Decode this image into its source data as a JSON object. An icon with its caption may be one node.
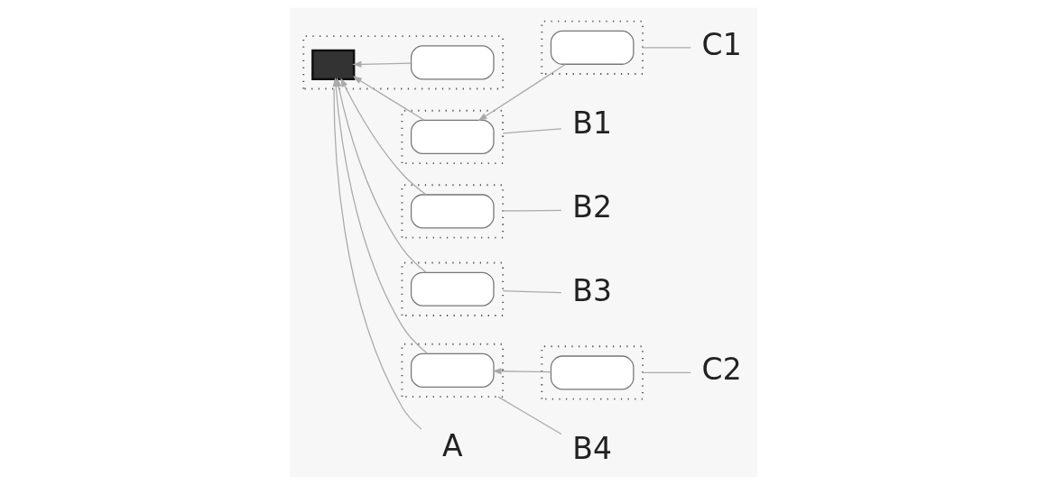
{
  "diagram": {
    "nodes": [
      {
        "text": [],
        "shape": "box"
      },
      {
        "text": [],
        "shape": "box",
        "in": 0
      },
      {
        "text": [],
        "shape": "box",
        "in": 0
      },
      {
        "text": [],
        "shape": "box"
      },
      {
        "text": [],
        "shape": "box",
        "in": 3
      },
      {
        "text": [],
        "shape": "box"
      },
      {
        "text": [],
        "shape": "box",
        "in": 5
      },
      {
        "text": [],
        "shape": "box"
      },
      {
        "text": [],
        "shape": "box",
        "in": 7
      },
      {
        "text": [],
        "shape": "box"
      },
      {
        "text": [],
        "shape": "box",
        "in": 9
      },
      {
        "text": [],
        "shape": "box"
      },
      {
        "text": [],
        "shape": "box",
        "in": 11
      },
      {
        "text": [],
        "shape": "box"
      },
      {
        "text": [],
        "shape": "box",
        "in": 13
      },
      {
        "text": [
          "B1"
        ]
      },
      {
        "text": [
          "B2"
        ]
      },
      {
        "text": [
          "C1"
        ]
      },
      {
        "text": [
          "A"
        ]
      },
      {
        "text": [
          "B3"
        ]
      },
      {
        "text": [
          "C2"
        ]
      },
      {
        "text": [
          "B4"
        ]
      }
    ],
    "edges": [
      {
        "from": 2,
        "to": 1,
        "arrow": "to"
      },
      {
        "from": 6,
        "to": 4,
        "arrow": "to"
      },
      {
        "from": 4,
        "to": 1,
        "arrow": "to"
      },
      {
        "from": 8,
        "to": 1,
        "arrow": "to"
      },
      {
        "from": 10,
        "to": 1,
        "arrow": "to"
      },
      {
        "from": 14,
        "to": 12,
        "arrow": "to"
      },
      {
        "from": 12,
        "to": 1,
        "arrow": "to"
      },
      {
        "from": 15,
        "to": 3,
        "arrow": "none"
      },
      {
        "from": 16,
        "to": 7,
        "arrow": "none"
      },
      {
        "from": 17,
        "to": 5,
        "arrow": "none"
      },
      {
        "from": 18,
        "to": 0,
        "arrow": "none"
      },
      {
        "from": 19,
        "to": 9,
        "arrow": "none"
      },
      {
        "from": 20,
        "to": 13,
        "arrow": "none"
      },
      {
        "from": 21,
        "to": 11,
        "arrow": "none"
      }
    ]
  }
}
